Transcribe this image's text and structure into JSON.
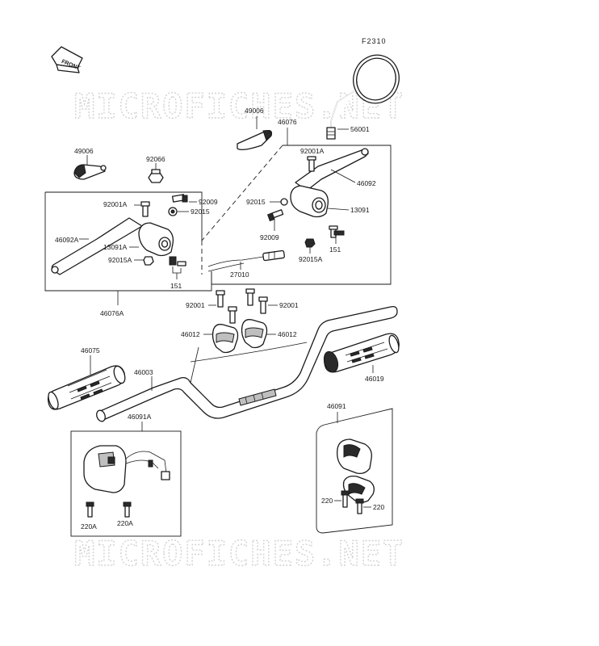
{
  "figure_code": "F2310",
  "front_tag": "FRONT",
  "watermark": "MICROFICHES.NET",
  "parts": {
    "p49006_right": "49006",
    "p49006_left": "49006",
    "p46076": "46076",
    "p56001": "56001",
    "p92001A_right": "92001A",
    "p46092": "46092",
    "p92015_right": "92015",
    "p13091": "13091",
    "p92009_right": "92009",
    "p151_right": "151",
    "p92015A_right": "92015A",
    "p27010": "27010",
    "p92066": "92066",
    "p92001A_left": "92001A",
    "p92009_left": "92009",
    "p92015_left": "92015",
    "p46092A": "46092A",
    "p13091A": "13091A",
    "p92015A_left": "92015A",
    "p151_left": "151",
    "p46076A": "46076A",
    "p92001_left": "92001",
    "p92001_right": "92001",
    "p46012_left": "46012",
    "p46012_right": "46012",
    "p46075": "46075",
    "p46003": "46003",
    "p46019": "46019",
    "p46091A": "46091A",
    "p46091": "46091",
    "p220A_left": "220A",
    "p220A_right": "220A",
    "p220_left": "220",
    "p220_right": "220"
  }
}
